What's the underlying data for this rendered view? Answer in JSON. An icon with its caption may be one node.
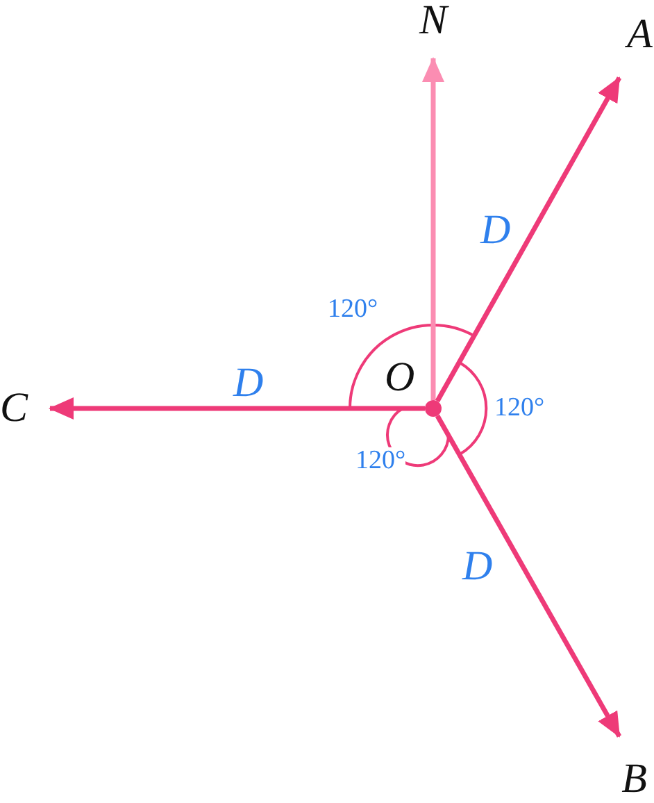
{
  "diagram": {
    "nodes": [
      {
        "text": [],
        "shape": "circle",
        "beside": [
          "O"
        ]
      },
      {
        "text": [
          "N"
        ]
      },
      {
        "text": [
          "A"
        ]
      },
      {
        "text": [
          "B"
        ]
      },
      {
        "text": [
          "C"
        ]
      }
    ],
    "edges": [
      {
        "from": 0,
        "to": 1,
        "arrow": "to",
        "color": "#fb8db2"
      },
      {
        "from": 0,
        "to": 2,
        "arrow": "to",
        "label": "D"
      },
      {
        "from": 0,
        "to": 3,
        "arrow": "to",
        "label": "D"
      },
      {
        "from": 0,
        "to": 4,
        "arrow": "to",
        "label": "D"
      }
    ],
    "labels": [
      "120°",
      "120°",
      "120°"
    ]
  }
}
